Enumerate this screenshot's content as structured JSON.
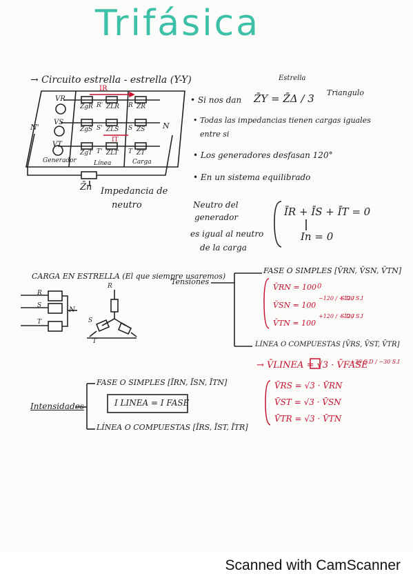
{
  "title": "Trifásica",
  "left_column": {
    "heading": "→ Circuito estrella - estrella (Y-Y)",
    "circuit": {
      "top_current": "IR",
      "gen_labels": [
        "VR",
        "VS",
        "VT"
      ],
      "gen_impedances": [
        "ZgR",
        "ZgS",
        "ZgT"
      ],
      "line_impedances": [
        "ZLR",
        "ZLS",
        "ZLT"
      ],
      "load_impedances": [
        "ZR",
        "ZS",
        "ZT"
      ],
      "node_primes": [
        "R'",
        "S'",
        "T'"
      ],
      "node_letters": [
        "R",
        "S",
        "T"
      ],
      "mid_current": "IT",
      "neutral_left": "N'",
      "neutral_right": "N",
      "box_labels": [
        "Generador",
        "Línea",
        "Carga"
      ],
      "neutral_impedance": "Z̄n"
    },
    "neutral_note": [
      "Impedancia de",
      "neutro"
    ]
  },
  "right_column": {
    "estrella_label": "Estrella",
    "formula_prefix": "• Si nos dan",
    "formula": "Z̄Y = Z̄Δ / 3",
    "triangulo_label": "Triangulo",
    "bullets": [
      "• Todas las impedancias tienen cargas iguales",
      "entre si",
      "• Los generadores desfasan 120°",
      "• En un sistema equilibrado"
    ],
    "neutral_note": [
      "Neutro del",
      "generador",
      "es igual al neutro",
      "de la carga"
    ],
    "sum_formula": "ĪR + ĪS + ĪT = 0",
    "in_formula": "In = 0"
  },
  "estrella_section": {
    "heading": "CARGA EN ESTRELLA (El que siempre usaremos)",
    "tensiones": "Tensiones",
    "fase_heading": "FASE O SIMPLES [V̄RN, V̄SN, V̄TN]",
    "fase_values": [
      {
        "label": "V̄RN = 100",
        "angle": "0",
        "note": ""
      },
      {
        "label": "V̄SN = 100",
        "angle": "−120 / +120",
        "note": "S.D / S.I"
      },
      {
        "label": "V̄TN = 100",
        "angle": "+120 / −120",
        "note": "S.D / S.I"
      }
    ],
    "linea_heading": "LÍNEA O COMPUESTAS [V̄RS, V̄ST, V̄TR]",
    "linea_formula": "→ V̄LINEA = √3 · V̄FASE",
    "linea_angle": "+30 S.D / −30 S.I",
    "linea_values": [
      "V̄RS = √3 · V̄RN",
      "V̄ST = √3 · V̄SN",
      "V̄TR = √3 · V̄TN"
    ],
    "diagram_letters": [
      "R",
      "S",
      "T",
      "N",
      "R",
      "S",
      "T"
    ]
  },
  "intensidades": {
    "label": "Intensidades",
    "fase": "FASE O SIMPLES [ĪRN, ĪSN, ĪTN]",
    "equal": "I LINEA = I FASE",
    "linea": "LÍNEA O COMPUESTAS [ĪRS, ĪST, ĪTR]"
  },
  "footer": "Scanned with CamScanner",
  "colors": {
    "title": "#3cc0a8",
    "accent": "#c8102e",
    "ink": "#1c1c1c"
  }
}
